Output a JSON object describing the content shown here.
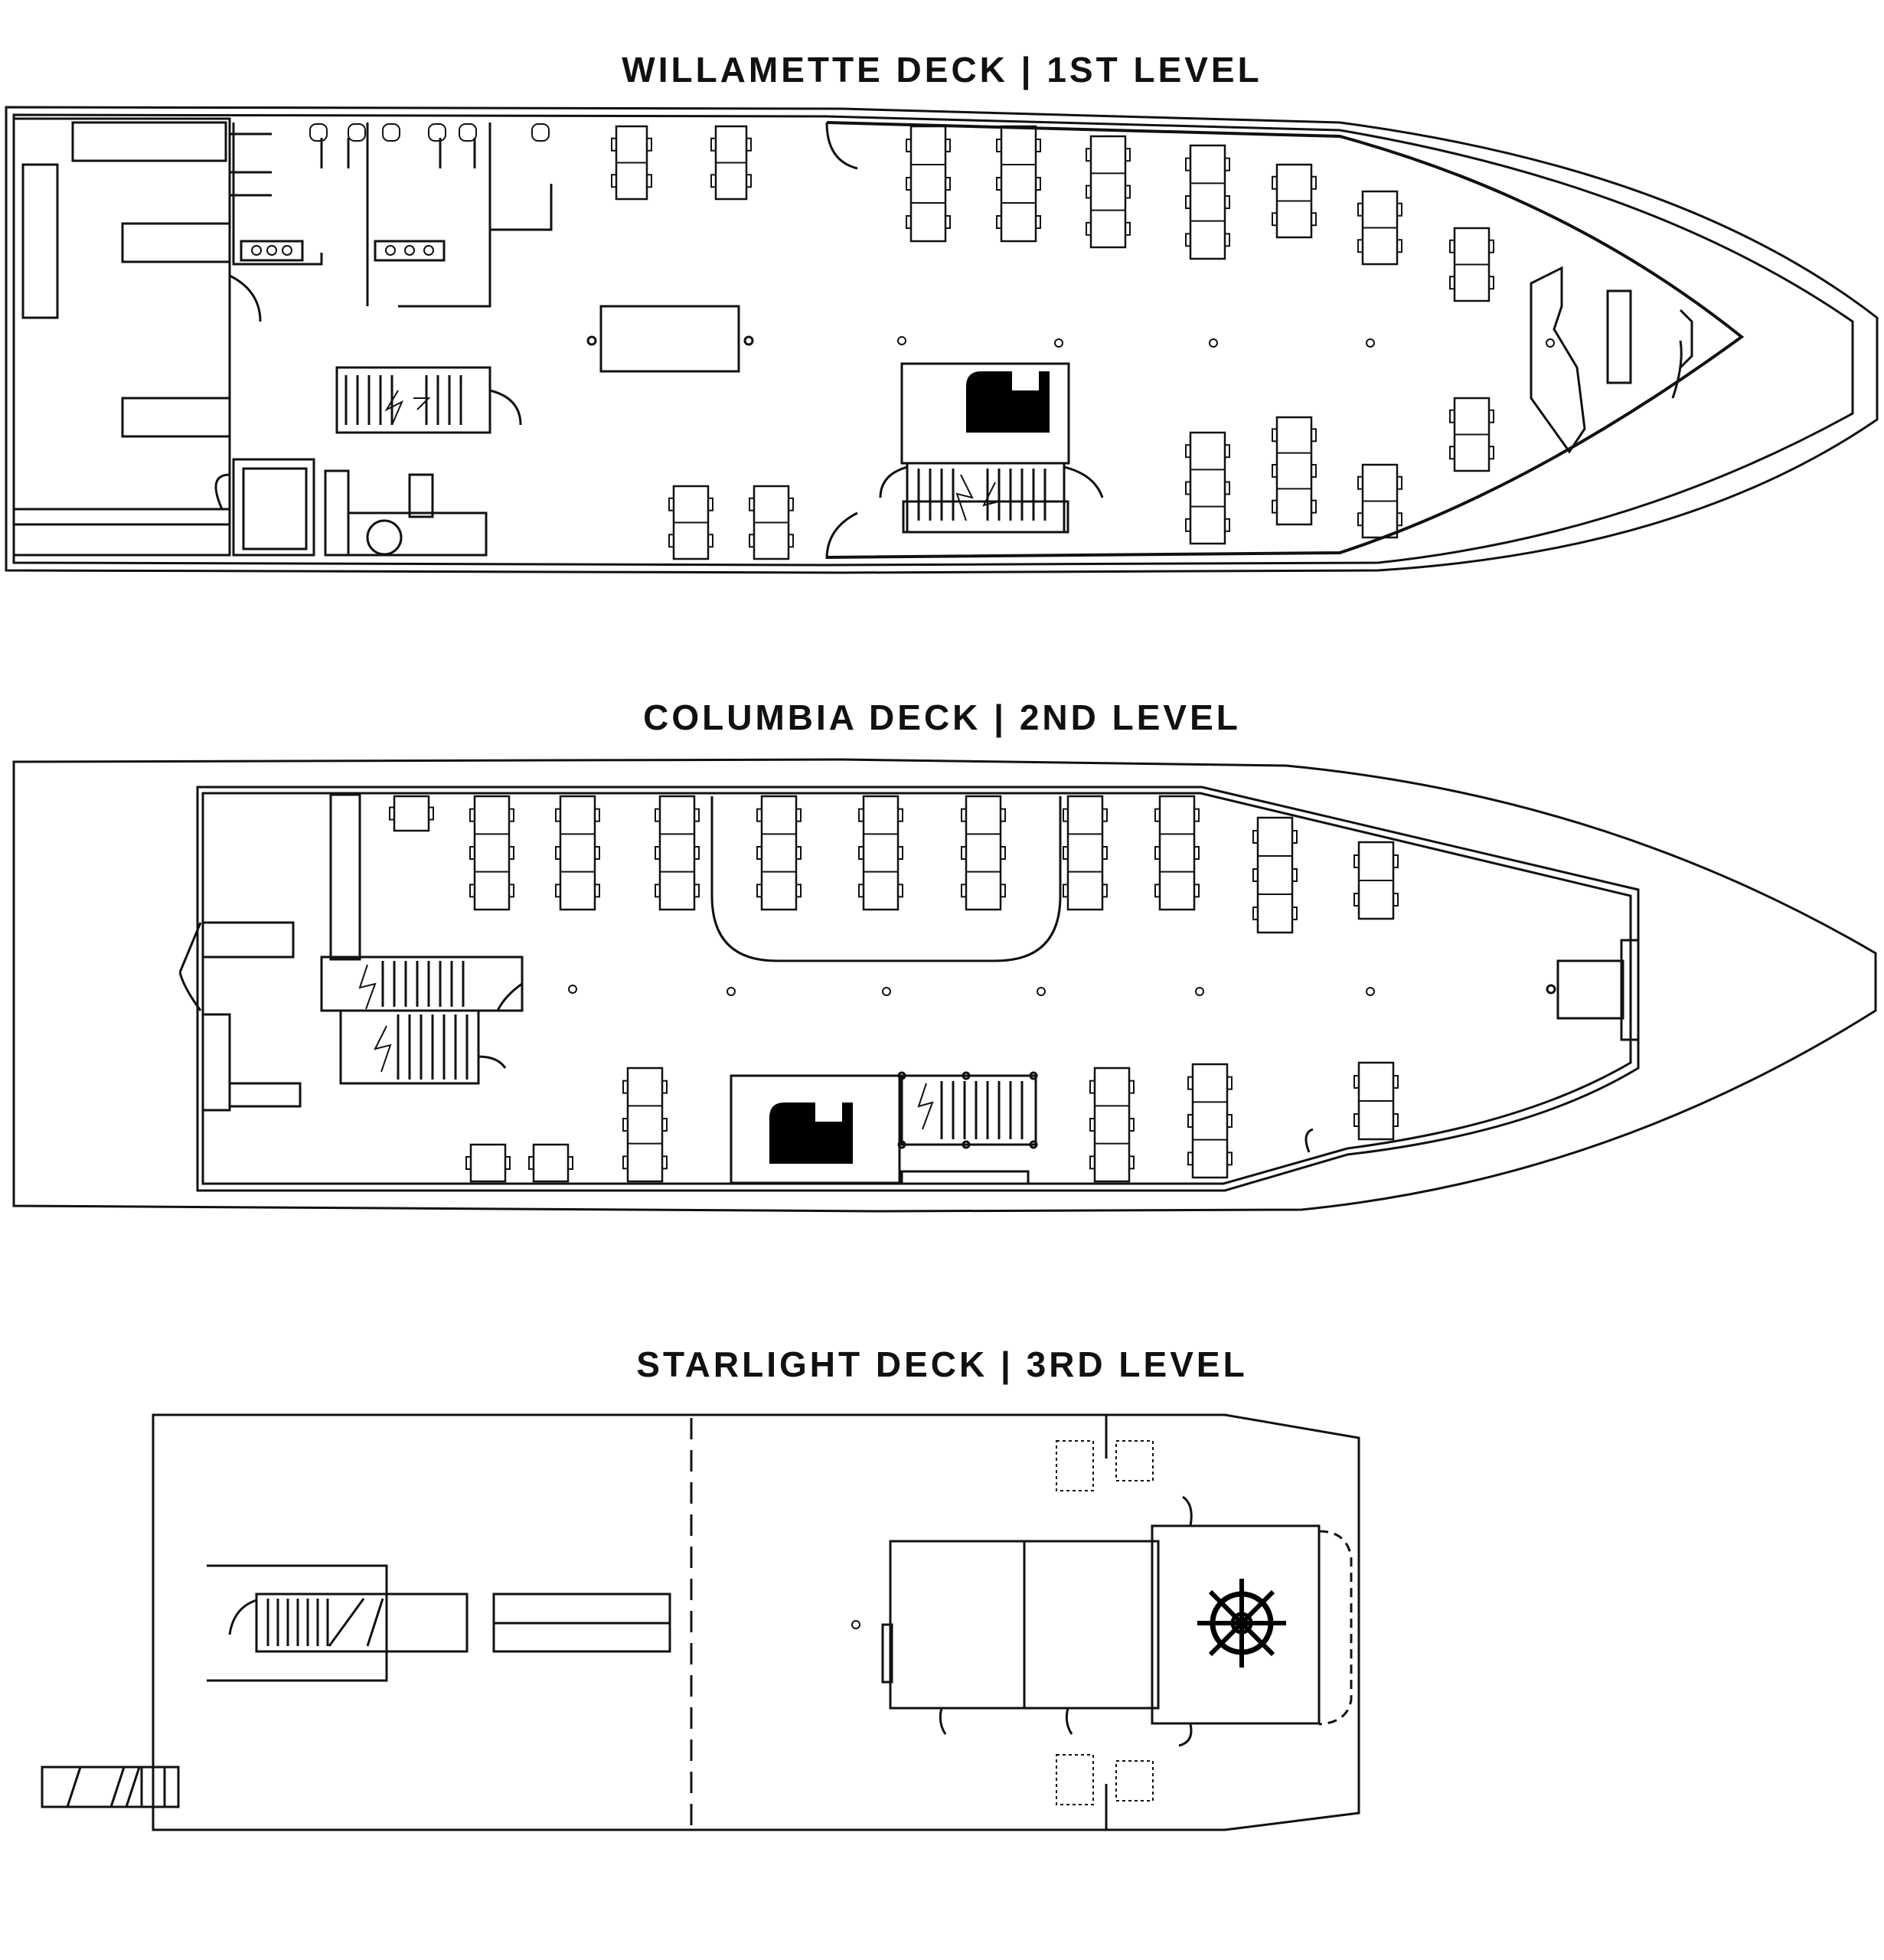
{
  "decks": [
    {
      "id": "willamette",
      "title": "WILLAMETTE DECK | 1ST LEVEL"
    },
    {
      "id": "columbia",
      "title": "COLUMBIA DECK | 2ND LEVEL"
    },
    {
      "id": "starlight",
      "title": "STARLIGHT DECK | 3RD LEVEL"
    }
  ],
  "colors": {
    "line": "#111111",
    "fill": "#ffffff",
    "ink": "#000000"
  },
  "icons": [
    "piano-icon",
    "ships-wheel-icon",
    "toilet-icon",
    "staircase-icon",
    "door-icon",
    "table-icon"
  ]
}
